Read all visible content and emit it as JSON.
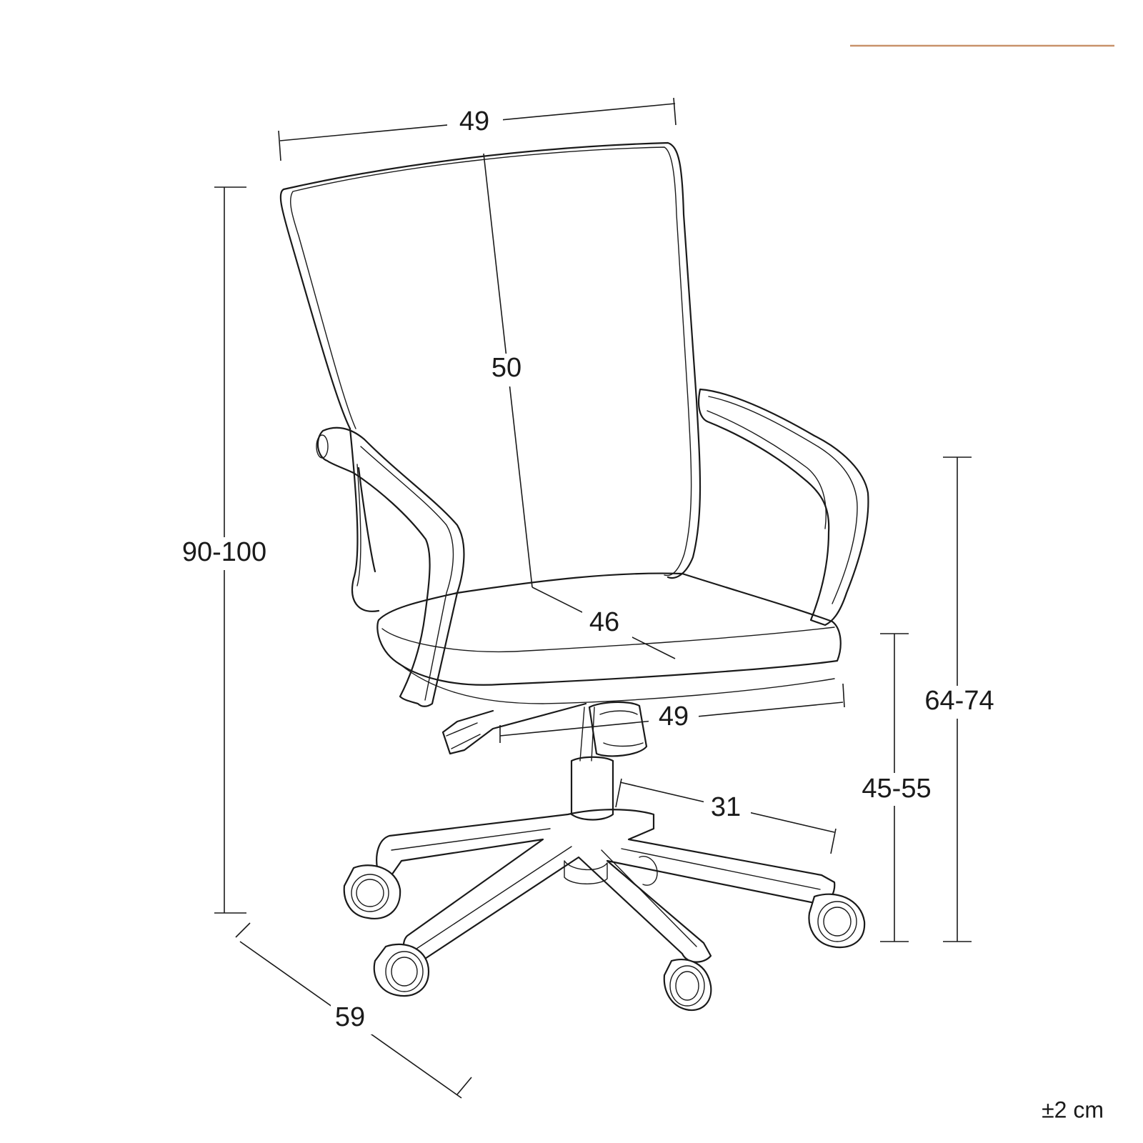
{
  "accent_color": "#c8926a",
  "dimensions": {
    "backrest_width": "49",
    "backrest_height": "50",
    "total_height": "90-100",
    "seat_depth": "46",
    "seat_width": "49",
    "armrest_height": "64-74",
    "seat_height": "45-55",
    "base_radius": "31",
    "total_depth": "59"
  },
  "tolerance": "±2 cm"
}
